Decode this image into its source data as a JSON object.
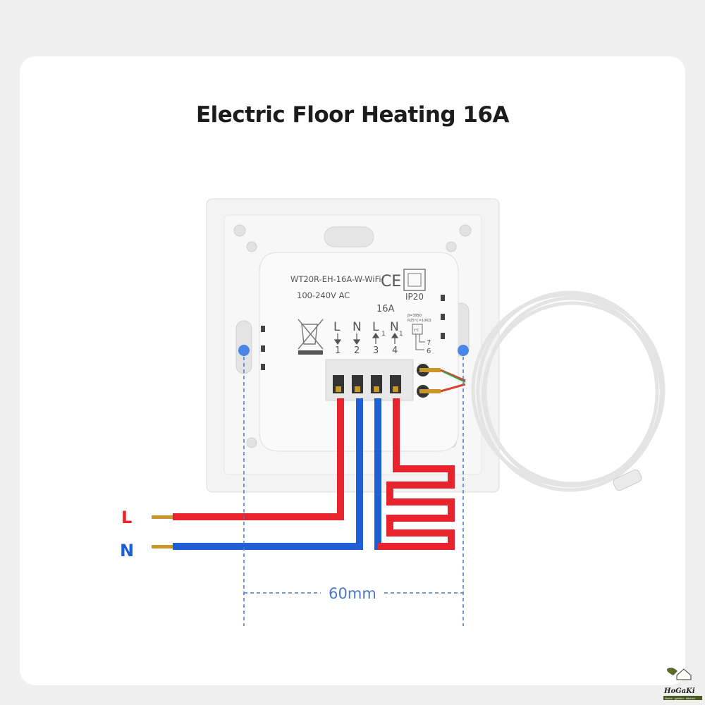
{
  "title": "Electric Floor Heating 16A",
  "device": {
    "model": "WT20R-EH-16A-W-WiFi",
    "ce_mark": "CE",
    "voltage": "100-240V AC",
    "ip_rating": "IP20",
    "current": "16A",
    "terminals": [
      {
        "label": "L",
        "sub": "",
        "number": "1",
        "direction": "in"
      },
      {
        "label": "N",
        "sub": "",
        "number": "2",
        "direction": "in"
      },
      {
        "label": "L",
        "sub": "1",
        "number": "3",
        "direction": "out"
      },
      {
        "label": "N",
        "sub": "1",
        "number": "4",
        "direction": "out"
      }
    ],
    "sensor": {
      "beta": "β=3950",
      "resistance": "R25°C=10KΩ",
      "symbol": "t°C",
      "pins": [
        "7",
        "6"
      ]
    }
  },
  "wires": {
    "live_label": "L",
    "neutral_label": "N",
    "live_color": "#e8232b",
    "neutral_color": "#1f5fd6"
  },
  "dimension": {
    "label": "60mm",
    "color": "#4a78c8"
  },
  "logo": {
    "name": "HoGaKi",
    "tagline": "Home · garden · kitchen"
  }
}
